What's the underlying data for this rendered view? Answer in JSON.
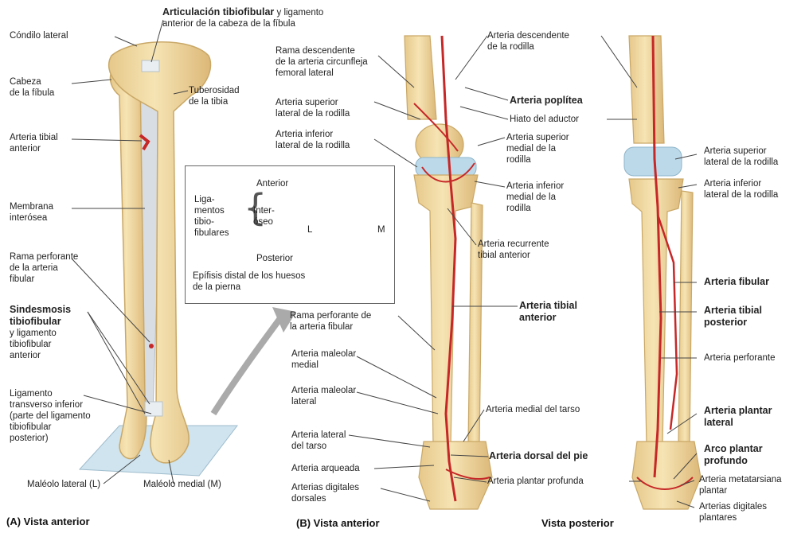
{
  "captions": {
    "a": "(A) Vista anterior",
    "b": "(B) Vista anterior",
    "c": "Vista posterior"
  },
  "panel_a": {
    "condilo": "Cóndilo lateral",
    "articulacion_bold": "Articulación tibiofibular",
    "articulacion_rest": "y ligamento",
    "articulacion_line2": "anterior de la cabeza de la fíbula",
    "cabeza": "Cabeza\nde la fíbula",
    "tuberosidad": "Tuberosidad\nde la tibia",
    "arteria_tibial": "Arteria tibial\nanterior",
    "membrana": "Membrana\ninterósea",
    "rama": "Rama perforante\nde la arteria\nfibular",
    "sindesmosis_bold": "Sindesmosis\ntibiofibular",
    "sindesmosis_rest": "y ligamento\ntibiofibular\nanterior",
    "ligamento": "Ligamento\ntransverso inferior\n(parte del ligamento\ntibiofibular\nposterior)",
    "maleolo_l": "Maléolo lateral (L)",
    "maleolo_m": "Maléolo medial (M)"
  },
  "inset": {
    "ligamentos": "Liga-\nmentos\ntibio-\nfibulares",
    "anterior": "Anterior",
    "interoseo": "Inter-\nóseo",
    "posterior": "Posterior",
    "l": "L",
    "m": "M",
    "epifisis": "Epífisis distal de los huesos\nde la pierna"
  },
  "panel_b": {
    "rama_desc": "Rama descendente\nde la arteria circunfleja\nfemoral lateral",
    "sup_lat": "Arteria superior\nlateral de la rodilla",
    "inf_lat": "Arteria inferior\nlateral de la rodilla",
    "desc_rodilla": "Arteria descendente\nde la rodilla",
    "poplitea": "Arteria poplítea",
    "hiato": "Hiato del aductor",
    "sup_med": "Arteria superior\nmedial de la\nrodilla",
    "inf_med": "Arteria inferior\nmedial de la\nrodilla",
    "recurrente": "Arteria recurrente\ntibial anterior",
    "tibial_ant": "Arteria tibial\nanterior",
    "rama_perf": "Rama perforante de\nla arteria fibular",
    "maleolar_med": "Arteria maleolar\nmedial",
    "maleolar_lat": "Arteria maleolar\nlateral",
    "medial_tarso": "Arteria medial del tarso",
    "lateral_tarso": "Arteria lateral\ndel tarso",
    "arqueada": "Arteria arqueada",
    "dorsal_pie": "Arteria dorsal del pie",
    "digitales_dors": "Arterias digitales\ndorsales",
    "plantar_prof": "Arteria plantar profunda"
  },
  "panel_c": {
    "sup_lat": "Arteria superior\nlateral de la rodilla",
    "inf_lat": "Arteria inferior\nlateral de la rodilla",
    "fibular": "Arteria fibular",
    "tibial_post": "Arteria tibial\nposterior",
    "perforante": "Arteria perforante",
    "plantar_lat": "Arteria plantar\nlateral",
    "arco": "Arco plantar\nprofundo",
    "metatarsiana": "Arteria metatarsiana\nplantar",
    "digitales_plant": "Arterias digitales\nplantares"
  },
  "colors": {
    "bone": "#f0d9a0",
    "bone_edge": "#c9a867",
    "artery": "#c62828",
    "cartilage": "#bcd9ea",
    "membrane": "#d8dde3"
  }
}
